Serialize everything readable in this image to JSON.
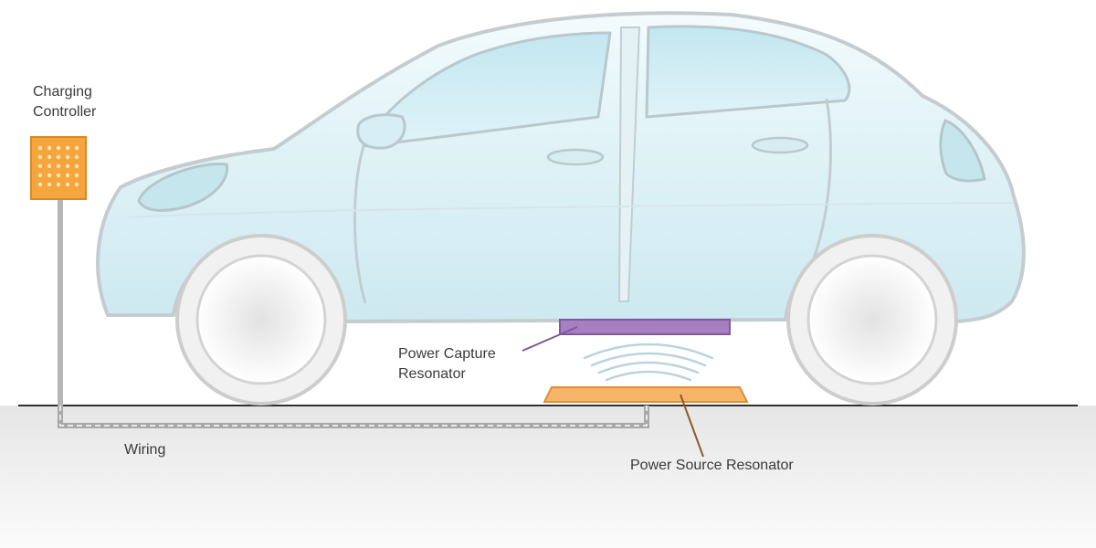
{
  "labels": {
    "charging_controller": [
      "Charging",
      "Controller"
    ],
    "power_capture_resonator": [
      "Power Capture",
      "Resonator"
    ],
    "wiring": "Wiring",
    "power_source_resonator": "Power Source Resonator"
  },
  "colors": {
    "car_body": "#dff3f7",
    "car_outline": "#c8cfd2",
    "controller": "#f4a53c",
    "capture_resonator": "#a57fc2",
    "source_resonator": "#f7b56a",
    "ground": "#ececec",
    "wave": "#b9d4dc"
  }
}
